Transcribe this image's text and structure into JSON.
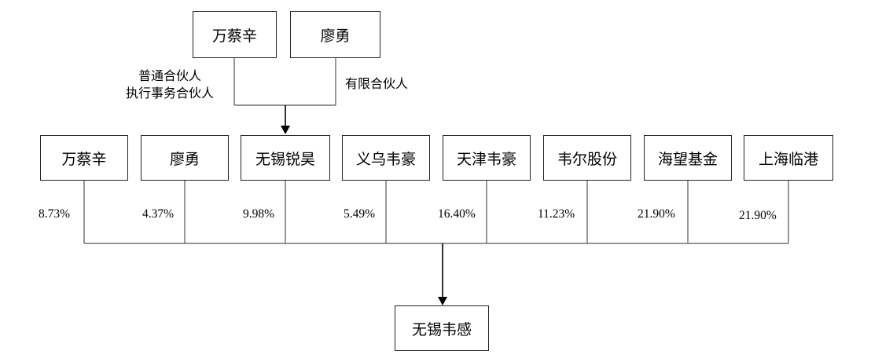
{
  "gp_lp": {
    "gp_name": "万蔡辛",
    "lp_name": "廖勇",
    "gp_role_line1": "普通合伙人",
    "gp_role_line2": "执行事务合伙人",
    "lp_role": "有限合伙人"
  },
  "shareholders": [
    {
      "name": "万蔡辛",
      "pct": "8.73%"
    },
    {
      "name": "廖勇",
      "pct": "4.37%"
    },
    {
      "name": "无锡锐昊",
      "pct": "9.98%"
    },
    {
      "name": "义乌韦豪",
      "pct": "5.49%"
    },
    {
      "name": "天津韦豪",
      "pct": "16.40%"
    },
    {
      "name": "韦尔股份",
      "pct": "11.23%"
    },
    {
      "name": "海望基金",
      "pct": "21.90%"
    },
    {
      "name": "上海临港",
      "pct": "21.90%"
    }
  ],
  "target": {
    "name": "无锡韦感"
  }
}
